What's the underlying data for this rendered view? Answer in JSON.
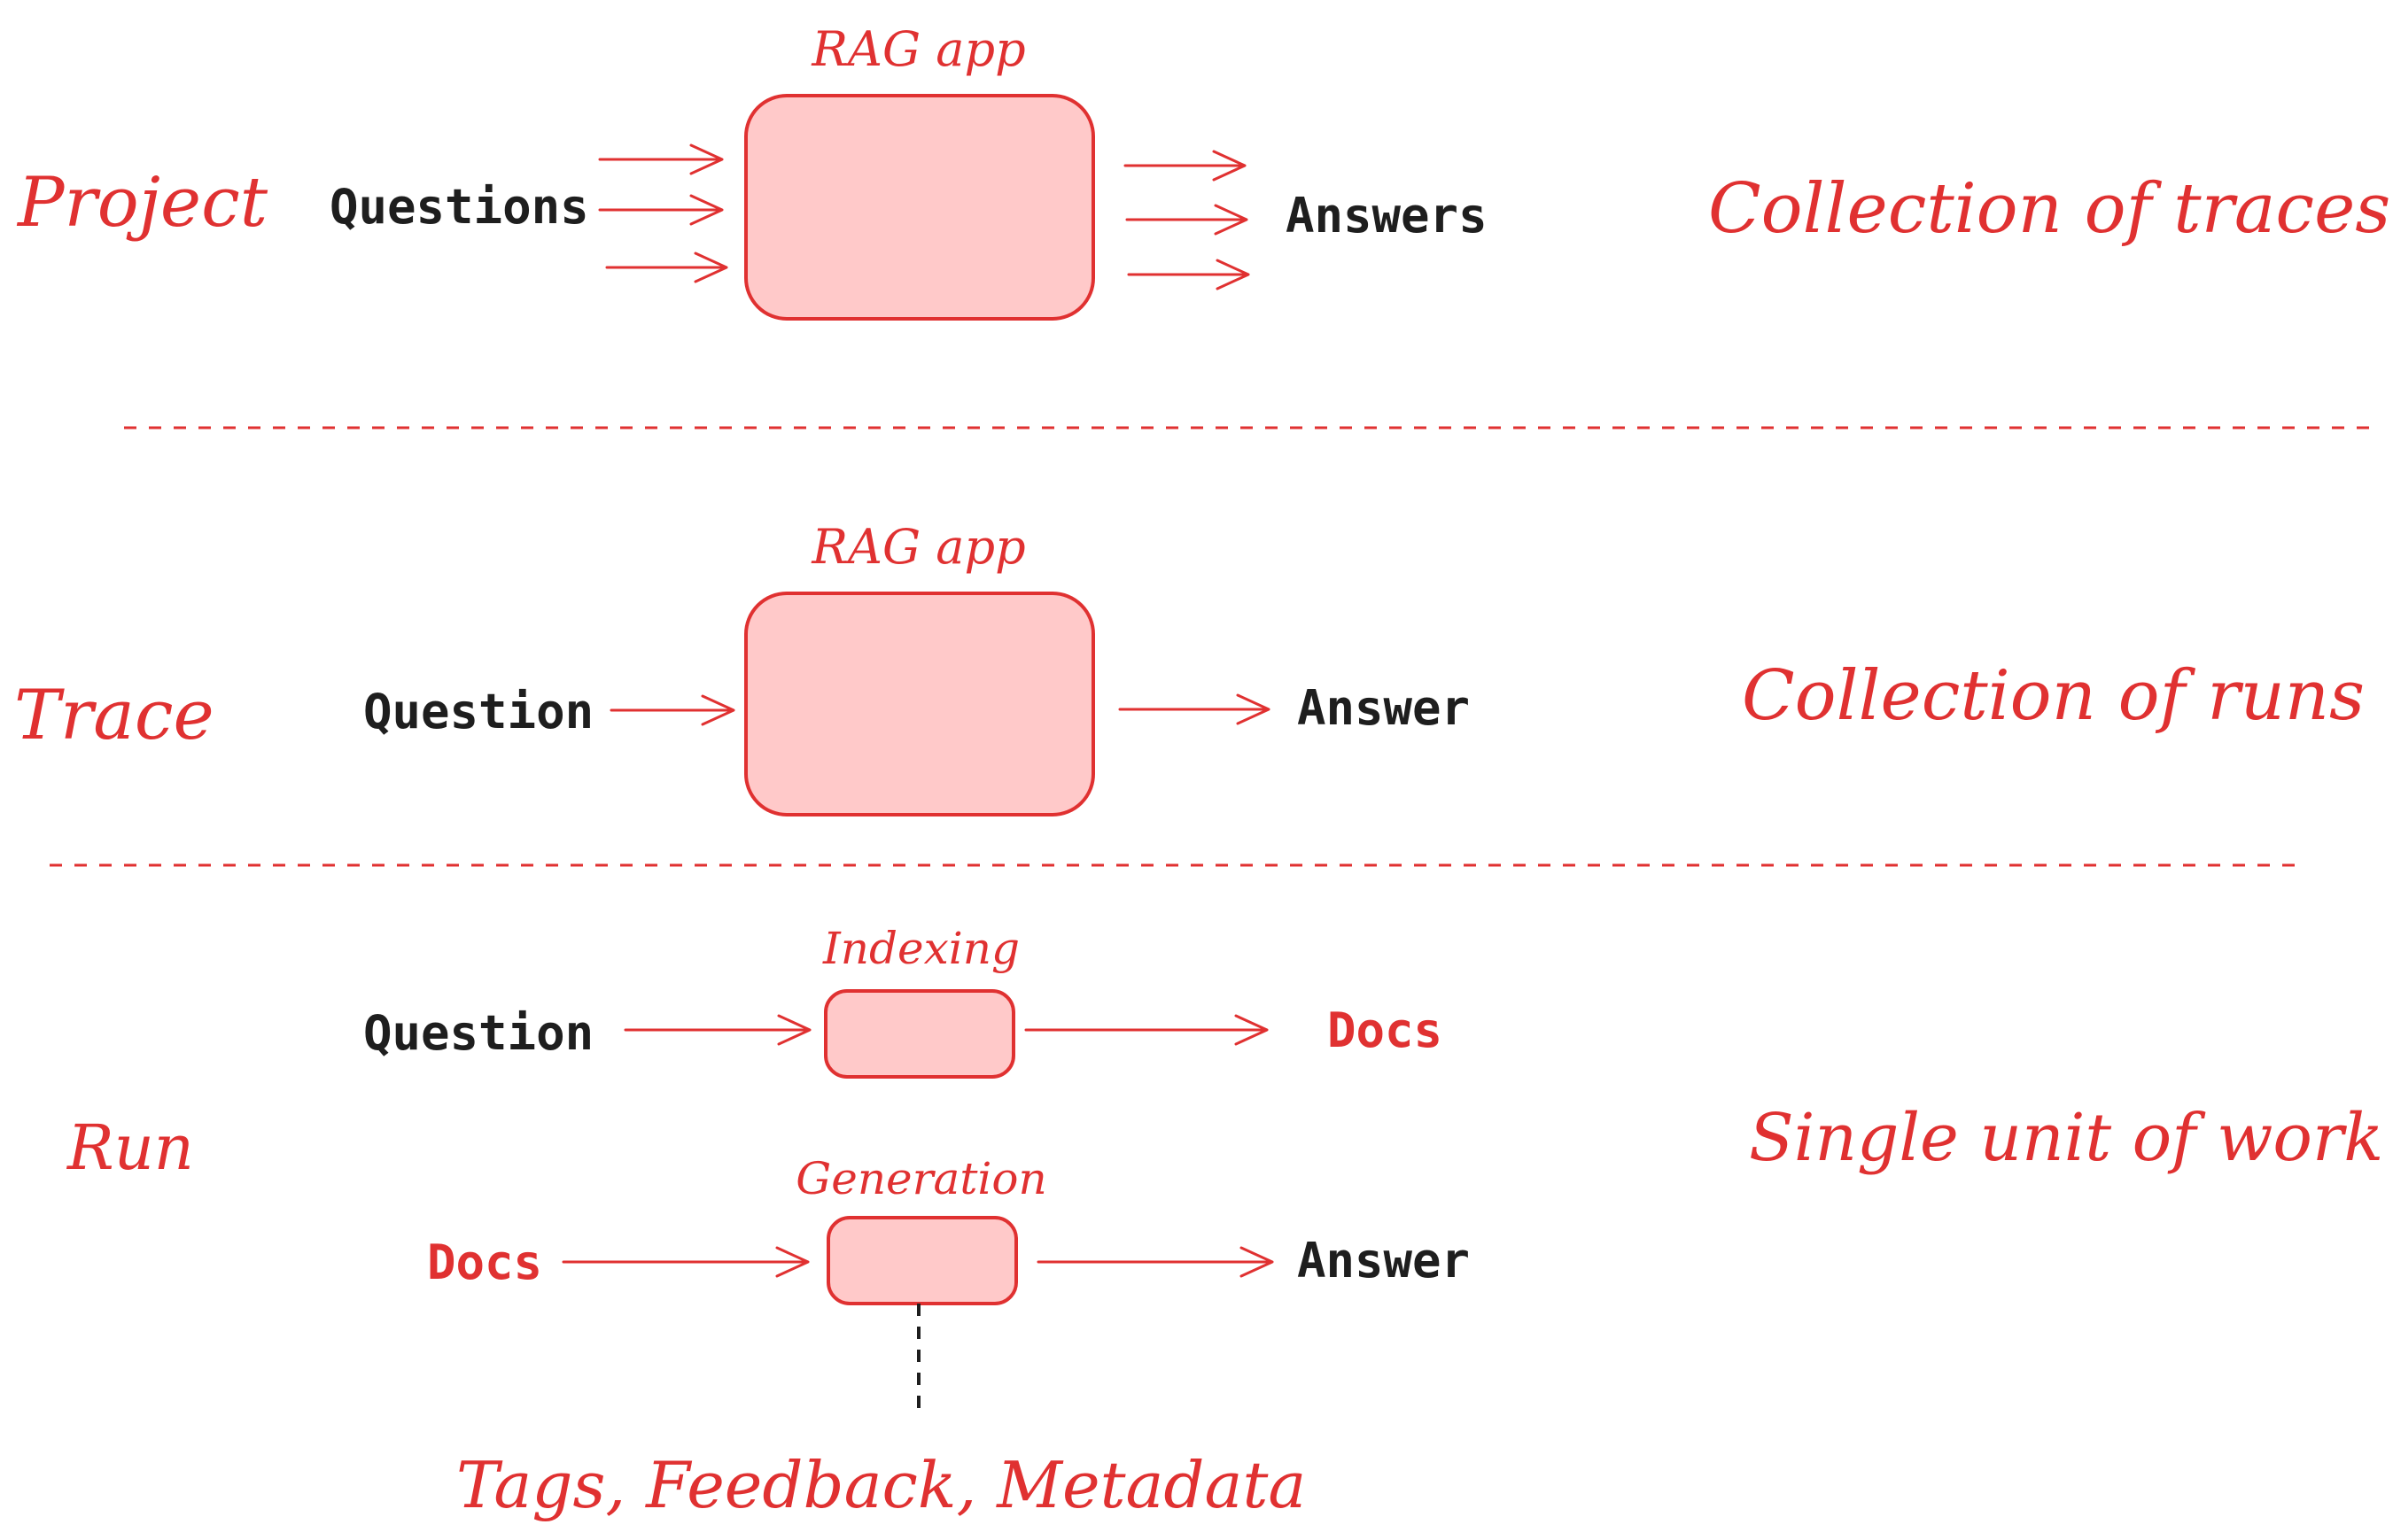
{
  "project": {
    "level_label": "Project",
    "app_label": "RAG app",
    "input_label": "Questions",
    "output_label": "Answers",
    "description": "Collection of traces"
  },
  "trace": {
    "level_label": "Trace",
    "app_label": "RAG app",
    "input_label": "Question",
    "output_label": "Answer",
    "description": "Collection of runs"
  },
  "run": {
    "level_label": "Run",
    "description": "Single unit of work",
    "indexing": {
      "label": "Indexing",
      "input_label": "Question",
      "output_label": "Docs"
    },
    "generation": {
      "label": "Generation",
      "input_label": "Docs",
      "output_label": "Answer"
    },
    "annotations_label": "Tags, Feedback, Metadata"
  },
  "colors": {
    "accent": "#e03131",
    "box_fill": "#ffc9c9",
    "text_dark": "#1e1e1e"
  }
}
